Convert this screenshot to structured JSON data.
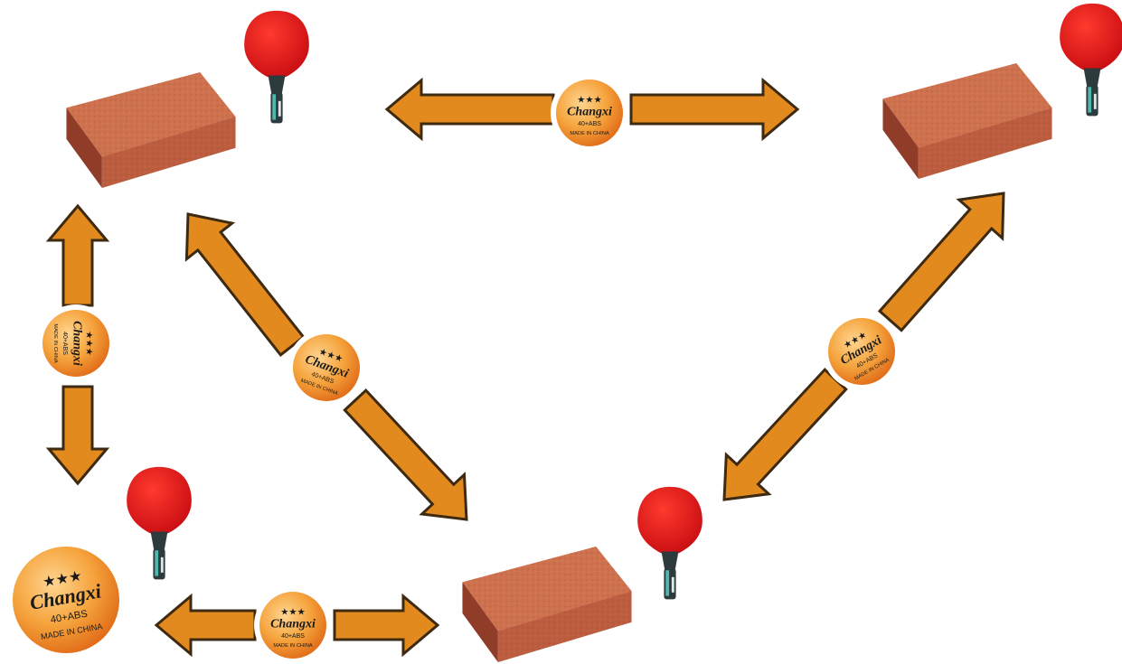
{
  "colors": {
    "arrow_fill": "#e38a1f",
    "arrow_stroke": "#3e2a10",
    "ball_light": "#ffd590",
    "ball_mid": "#f5a33c",
    "ball_dark": "#e06a17",
    "brick_top": "#cf7350",
    "brick_front": "#b4553a",
    "brick_side": "#8f3d28",
    "paddle_red": "#e8161b",
    "handle_dark": "#2e3b3d",
    "handle_teal": "#4fb7ad"
  },
  "icons": [
    "brick-icon",
    "ping-pong-paddle-icon",
    "ping-pong-ball-icon",
    "double-arrow-icon"
  ],
  "ball_label": {
    "stars": "★★★",
    "brand": "Changxi",
    "model": "40+ABS",
    "origin": "MADE IN CHINA"
  },
  "nodes": [
    {
      "name": "node-top-left",
      "type": "brick"
    },
    {
      "name": "node-top-right",
      "type": "brick"
    },
    {
      "name": "node-bottom-middle",
      "type": "brick"
    },
    {
      "name": "node-bottom-left",
      "type": "ball"
    }
  ],
  "connections": [
    {
      "from": "node-top-left",
      "to": "node-top-right",
      "bidirectional": true
    },
    {
      "from": "node-top-left",
      "to": "node-bottom-left",
      "bidirectional": true
    },
    {
      "from": "node-top-left",
      "to": "node-bottom-middle",
      "bidirectional": true
    },
    {
      "from": "node-bottom-middle",
      "to": "node-top-right",
      "bidirectional": true
    },
    {
      "from": "node-bottom-left",
      "to": "node-bottom-middle",
      "bidirectional": true
    }
  ]
}
